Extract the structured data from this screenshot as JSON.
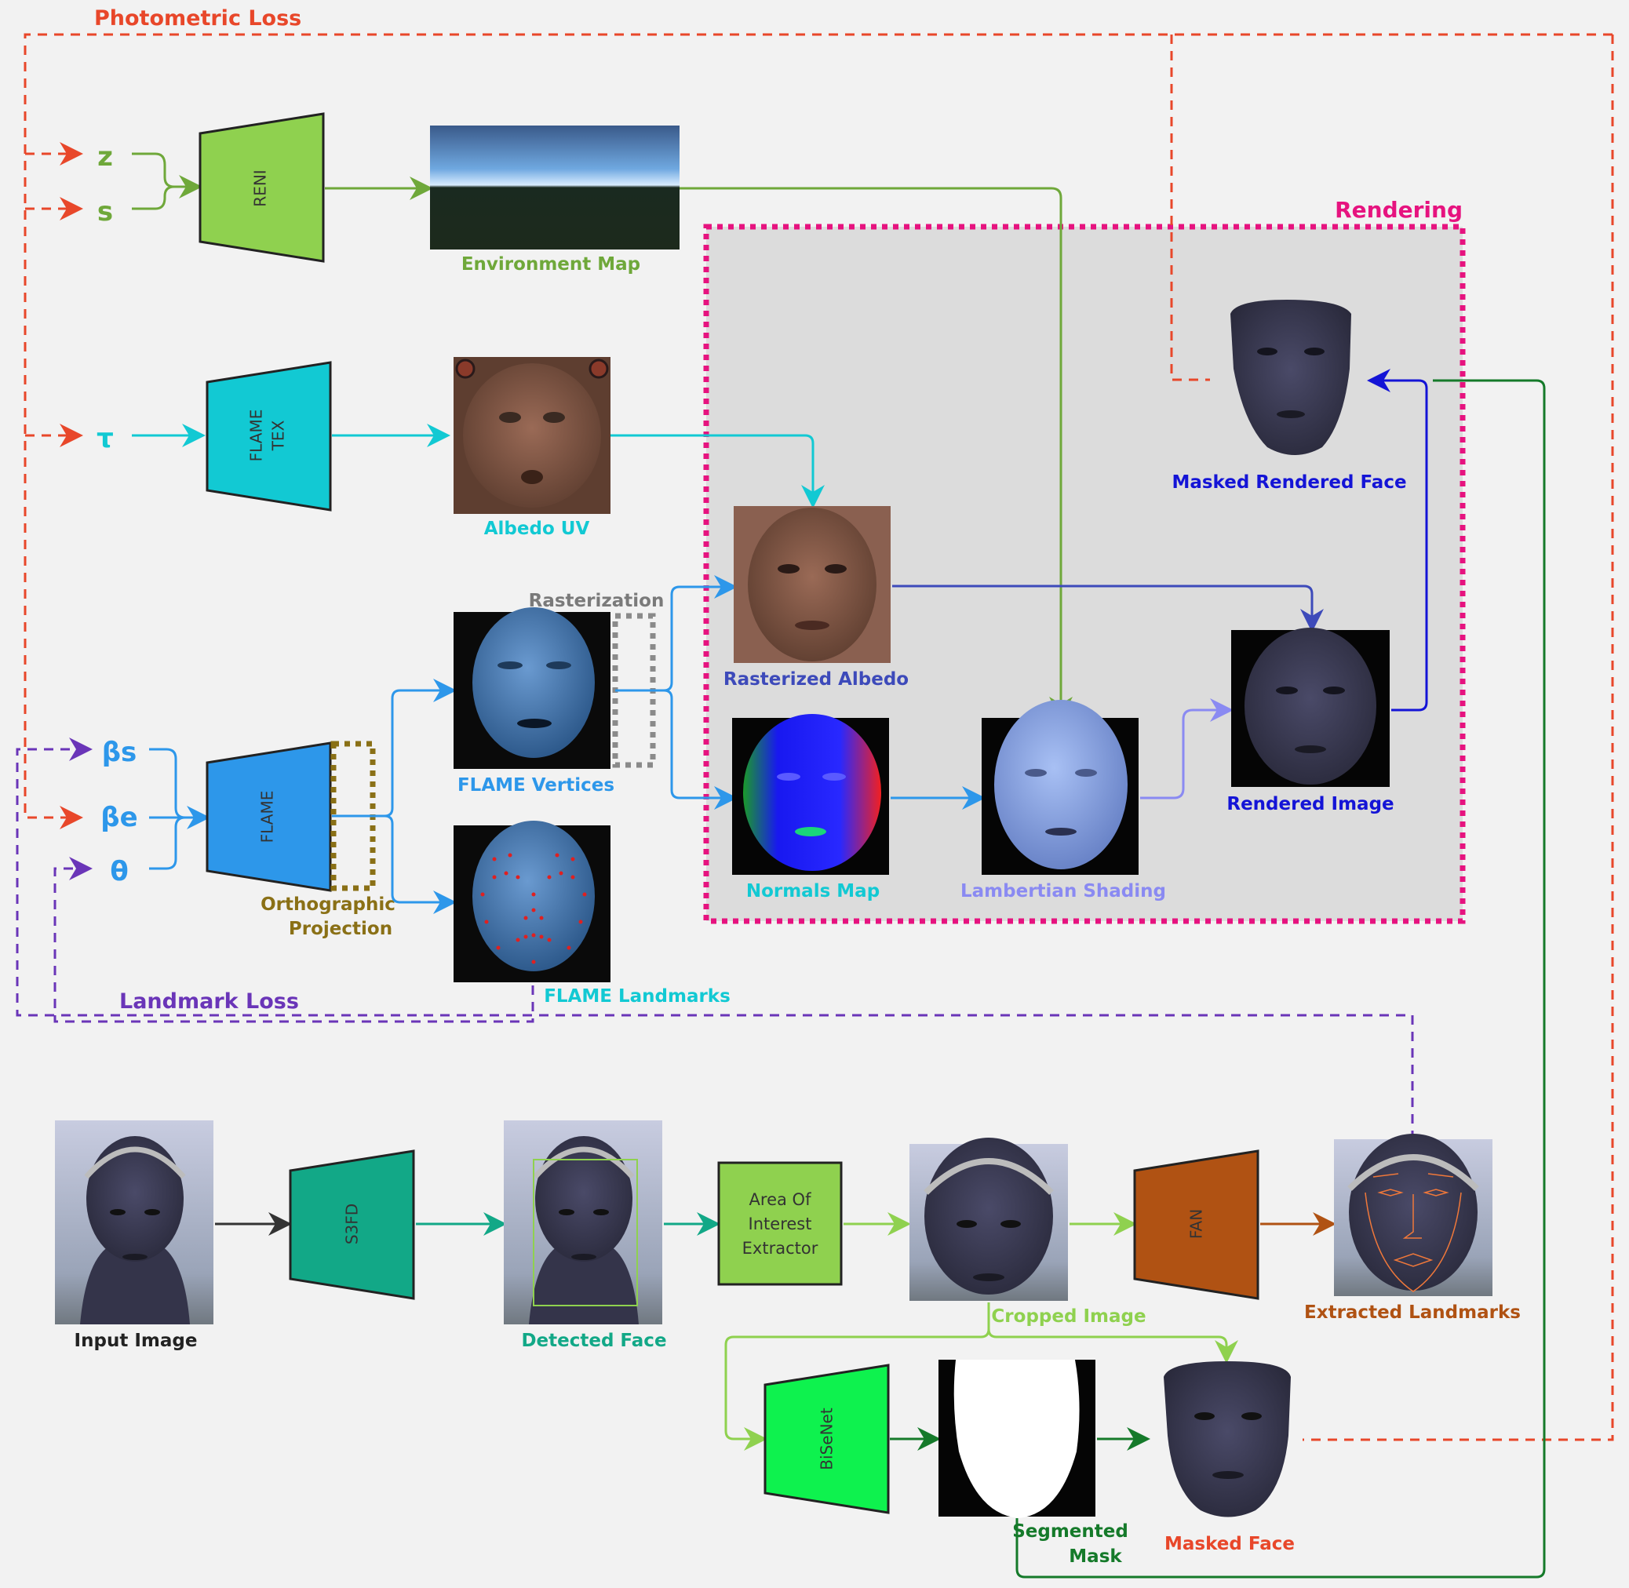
{
  "losses": {
    "photometric": "Photometric Loss",
    "landmark": "Landmark Loss"
  },
  "rendering": {
    "title": "Rendering"
  },
  "inputs": {
    "z": "z",
    "s": "s",
    "tau": "τ",
    "beta_s": "βs",
    "beta_e": "βe",
    "theta": "θ"
  },
  "networks": {
    "reni": "RENI",
    "flame_tex_1": "FLAME",
    "flame_tex_2": "TEX",
    "flame": "FLAME",
    "s3fd": "S3FD",
    "fan": "FAN",
    "bisenet": "BiSeNet",
    "aoi_1": "Area Of",
    "aoi_2": "Interest",
    "aoi_3": "Extractor"
  },
  "labels": {
    "environment_map": "Environment Map",
    "albedo_uv": "Albedo UV",
    "rasterization": "Rasterization",
    "flame_vertices": "FLAME Vertices",
    "flame_landmarks": "FLAME Landmarks",
    "ortho_1": "Orthographic",
    "ortho_2": "Projection",
    "rasterized_albedo": "Rasterized Albedo",
    "normals_map": "Normals Map",
    "lambertian_shading": "Lambertian Shading",
    "rendered_image": "Rendered Image",
    "masked_rendered_face": "Masked Rendered Face",
    "input_image": "Input Image",
    "detected_face": "Detected Face",
    "cropped_image": "Cropped Image",
    "extracted_landmarks": "Extracted Landmarks",
    "segmented_mask_1": "Segmented",
    "segmented_mask_2": "Mask",
    "masked_face": "Masked Face"
  },
  "colors": {
    "photometric_loss": "#e8472a",
    "landmark_loss": "#6a35b8",
    "rendering_border": "#e6137f",
    "rendering_bg": "#dcdcdc",
    "reni": "#8fd14f",
    "flame_tex": "#12c9d3",
    "flame": "#2d97ea",
    "s3fd": "#12a887",
    "aoi": "#8fd14f",
    "fan": "#b05213",
    "bisenet": "#0ef24e",
    "ortho": "#8a7016",
    "raster_box": "#8a8a8a"
  }
}
